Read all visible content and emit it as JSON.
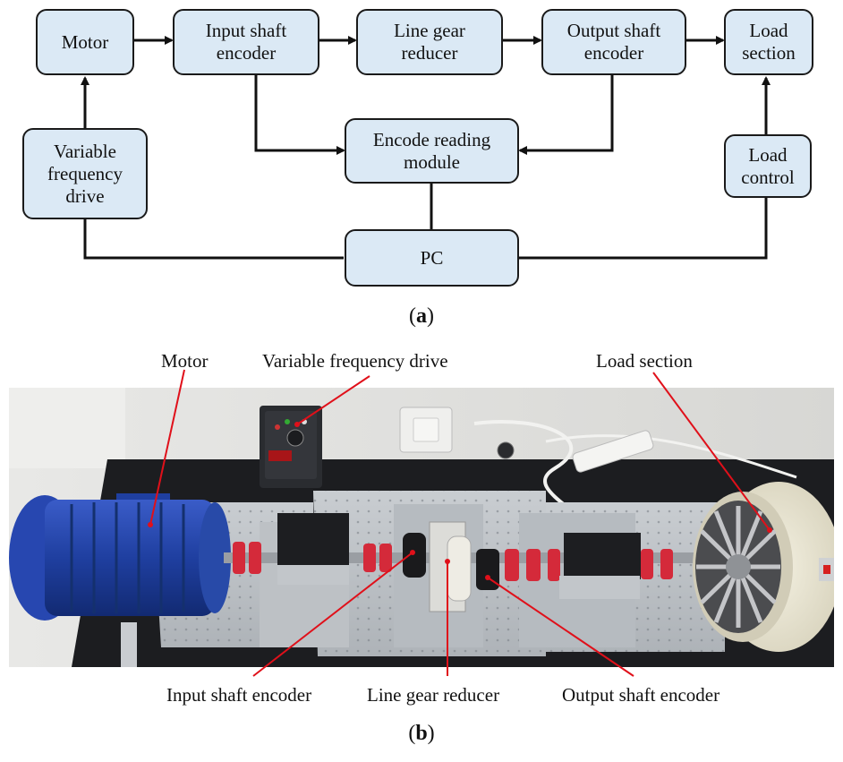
{
  "diagram_a": {
    "boxes": {
      "motor": [
        "Motor"
      ],
      "input_encoder": [
        "Input shaft",
        "encoder"
      ],
      "gear_reducer": [
        "Line gear",
        "reducer"
      ],
      "output_encoder": [
        "Output shaft",
        "encoder"
      ],
      "load_section": [
        "Load",
        "section"
      ],
      "vfd": [
        "Variable",
        "frequency",
        "drive"
      ],
      "encode_module": [
        "Encode reading",
        "module"
      ],
      "load_control": [
        "Load",
        "control"
      ],
      "pc": [
        "PC"
      ]
    },
    "caption_letter": "a",
    "box_fill": "#dbe9f5"
  },
  "photo_b": {
    "labels": {
      "motor": "Motor",
      "vfd": "Variable frequency drive",
      "load_section": "Load section",
      "input_encoder": "Input shaft encoder",
      "gear_reducer": "Line gear reducer",
      "output_encoder": "Output shaft encoder"
    },
    "caption_letter": "b",
    "leader_color": "#e0101a",
    "motor_color": "#1f3fa0",
    "coupling_color": "#d42a3a"
  }
}
